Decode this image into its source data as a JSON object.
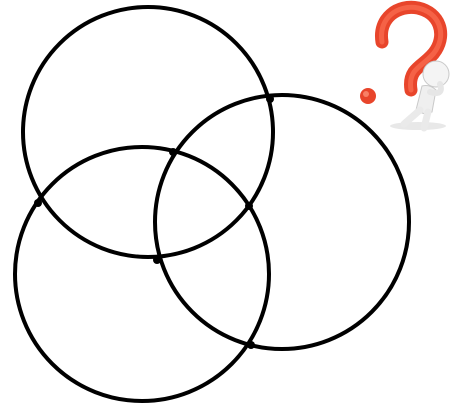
{
  "figure": {
    "circle_count": 3,
    "intersection_points": 6,
    "line_color": "#000000",
    "background": "#ffffff"
  },
  "decoration": {
    "icon": "figure-with-question-mark",
    "question_mark_color": "#e8452b",
    "figure_color": "#f2f2f2"
  }
}
